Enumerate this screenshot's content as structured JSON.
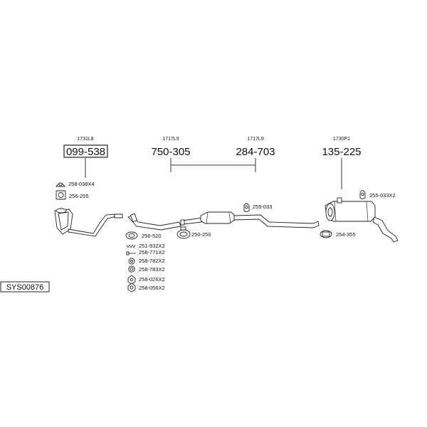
{
  "system_code": "SYS00876",
  "sections": [
    {
      "ref": "1731L8",
      "part_number": "099-538",
      "boxed": true
    },
    {
      "ref": "1717L9",
      "part_number": "750-305",
      "boxed": false
    },
    {
      "ref": "1717L9",
      "part_number": "284-703",
      "boxed": false
    },
    {
      "ref": "1730P1",
      "part_number": "135-225",
      "boxed": false
    }
  ],
  "fittings": {
    "f1": "258-038X4",
    "f2": "256-255",
    "f3": "256-520",
    "f4": "251-932X2",
    "f5": "258-771X2",
    "f6": "258-782X2",
    "f7": "258-783X2",
    "f8": "258-026X2",
    "f9": "258-056X2",
    "f10": "250-250",
    "f11": "255-033",
    "f12": "255-033X2",
    "f13": "254-355"
  }
}
